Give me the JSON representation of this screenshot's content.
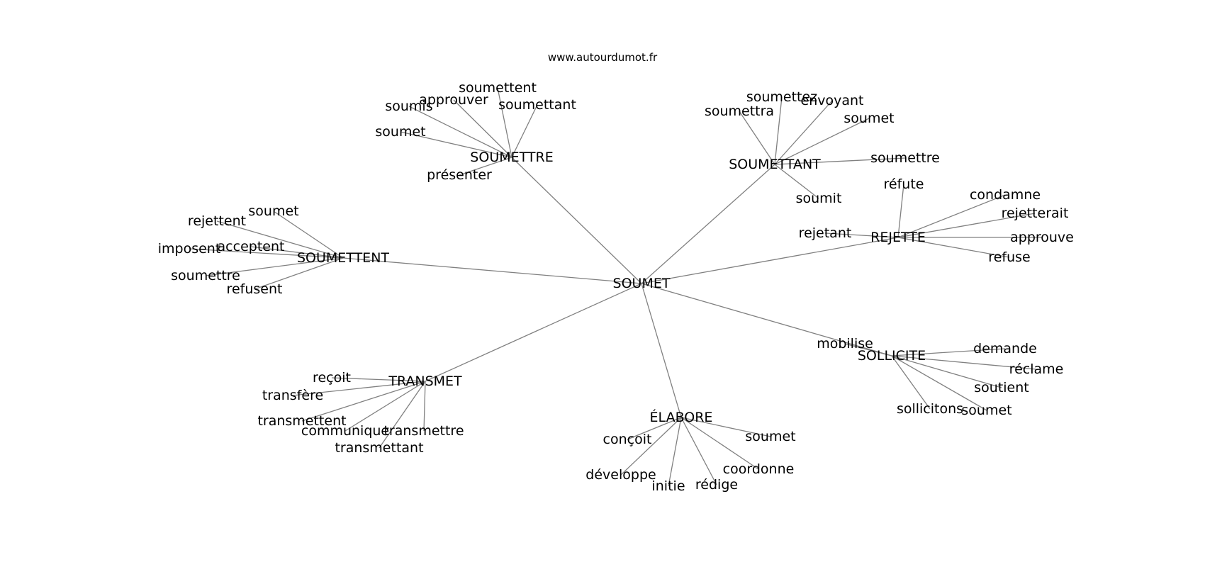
{
  "site": "www.autourdumot.fr",
  "root": "SOUMET",
  "clusters": [
    {
      "label": "SOUMETTRE",
      "leaves": [
        "soumettent",
        "approuver",
        "soumis",
        "soumettant",
        "soumet",
        "présenter"
      ]
    },
    {
      "label": "SOUMETTANT",
      "leaves": [
        "soumettez",
        "envoyant",
        "soumettra",
        "soumet",
        "soumettre",
        "soumit"
      ]
    },
    {
      "label": "SOUMETTENT",
      "leaves": [
        "soumet",
        "rejettent",
        "acceptent",
        "imposent",
        "soumettre",
        "refusent"
      ]
    },
    {
      "label": "REJETTE",
      "leaves": [
        "réfute",
        "condamne",
        "rejetterait",
        "rejetant",
        "approuve",
        "refuse"
      ]
    },
    {
      "label": "SOLLICITE",
      "leaves": [
        "mobilise",
        "demande",
        "réclame",
        "soutient",
        "sollicitons",
        "soumet"
      ]
    },
    {
      "label": "TRANSMET",
      "leaves": [
        "reçoit",
        "transfère",
        "transmettent",
        "communique",
        "transmettre",
        "transmettant"
      ]
    },
    {
      "label": "ÉLABORE",
      "leaves": [
        "conçoit",
        "soumet",
        "développe",
        "coordonne",
        "initie",
        "rédige"
      ]
    }
  ]
}
